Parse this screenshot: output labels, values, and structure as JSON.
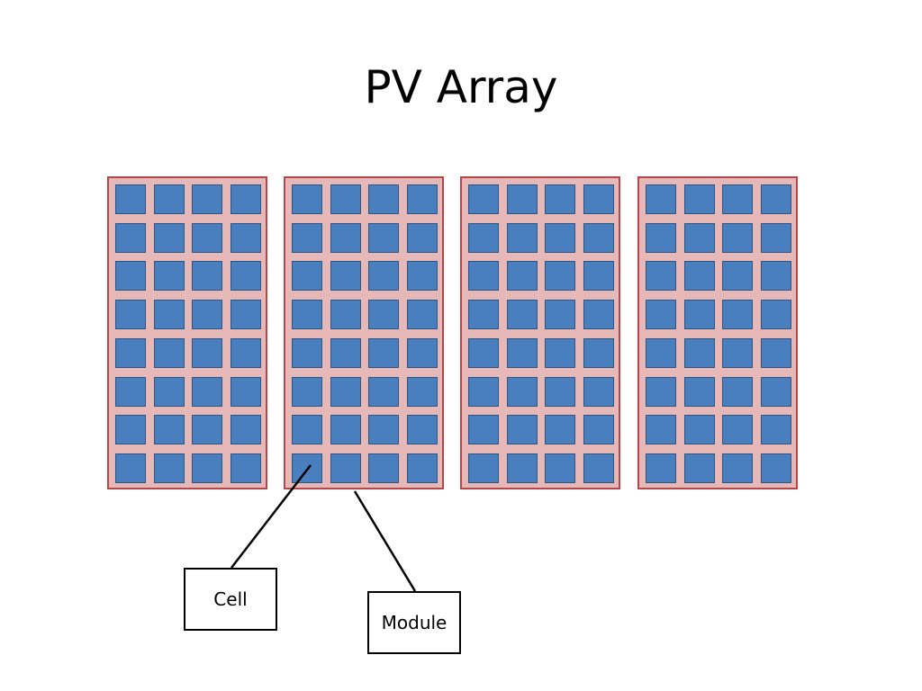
{
  "title": "PV Array",
  "labels": {
    "cell": "Cell",
    "module": "Module"
  },
  "array": {
    "modules": 4,
    "rows_per_module": 8,
    "cols_per_module": 4
  },
  "colors": {
    "module_fill": "#e6b8b7",
    "module_border": "#b7464a",
    "cell_fill": "#4a7fbf",
    "cell_border": "#30557e",
    "leader_line": "#000000"
  }
}
